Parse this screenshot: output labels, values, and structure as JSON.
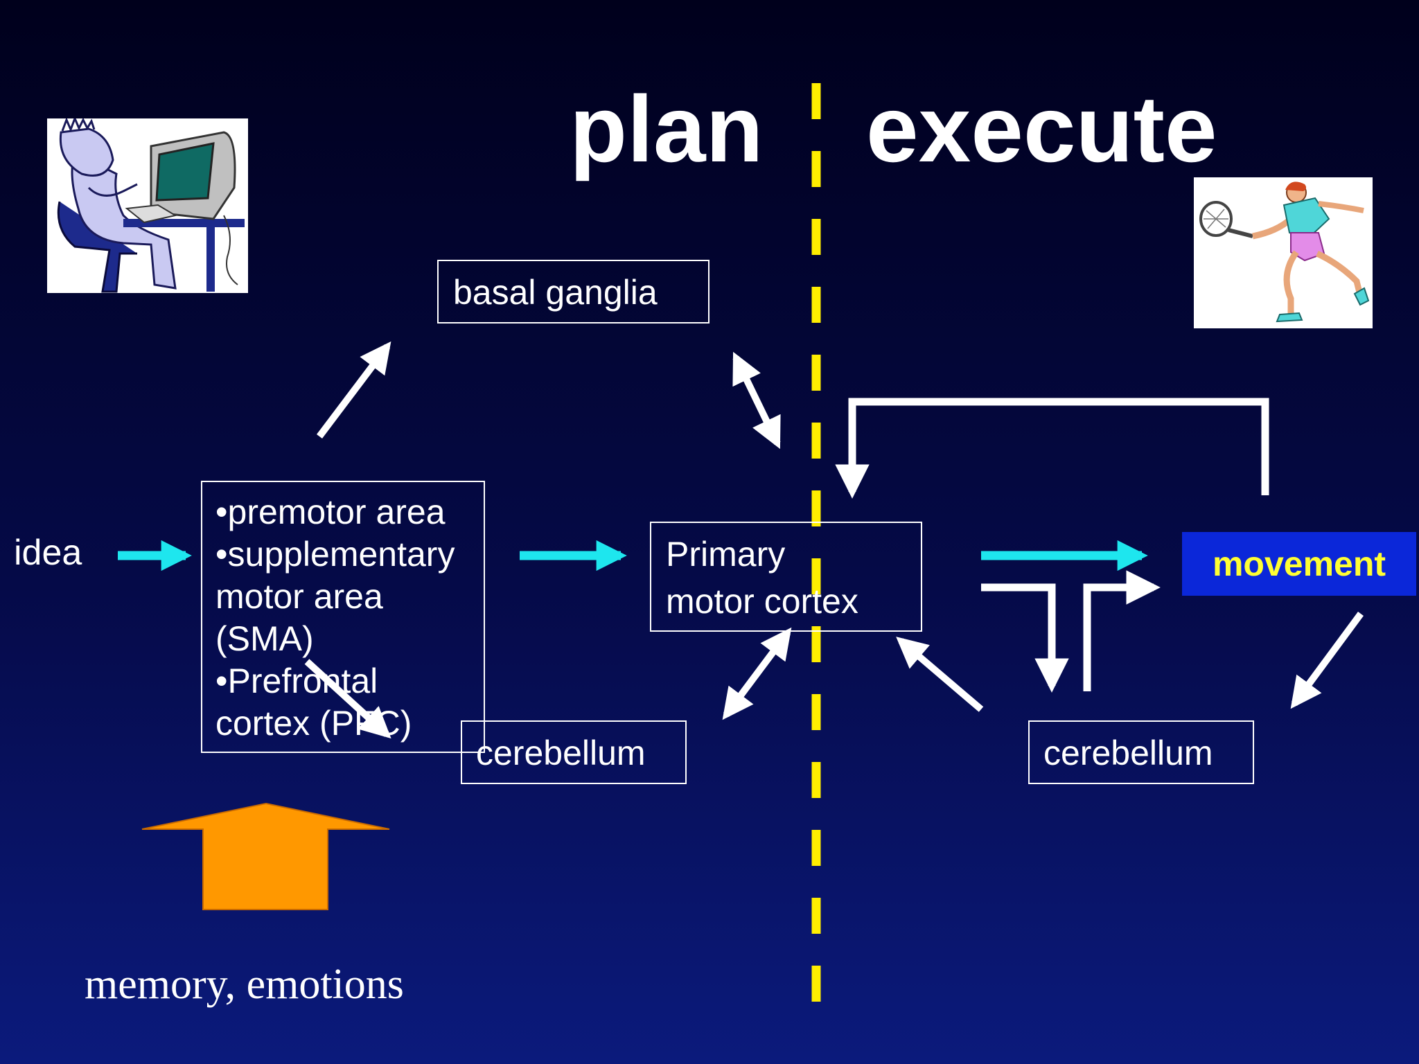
{
  "headings": {
    "plan": "plan",
    "execute": "execute"
  },
  "labels": {
    "idea": "idea",
    "memory_emotions": "memory, emotions",
    "movement": "movement"
  },
  "boxes": {
    "cortical_areas": {
      "lines": [
        "•premotor area",
        "•supplementary",
        "motor area",
        "(SMA)",
        "•Prefrontal",
        "cortex (PFC)"
      ]
    },
    "basal_ganglia": "basal ganglia",
    "primary_motor_cortex": {
      "lines": [
        "Primary",
        "motor cortex"
      ]
    },
    "cerebellum_left": "cerebellum",
    "cerebellum_right": "cerebellum"
  },
  "colors": {
    "background_top": "#00001c",
    "background_bottom": "#0b1a7c",
    "divider": "#ffee00",
    "arrow_cyan": "#1ee6ee",
    "arrow_white": "#ffffff",
    "arrow_orange": "#ff9800",
    "movement_fill": "#0b27d9",
    "movement_text": "#ffff33"
  },
  "pictures": {
    "left": "person-at-computer-clipart",
    "right": "tennis-player-clipart"
  }
}
